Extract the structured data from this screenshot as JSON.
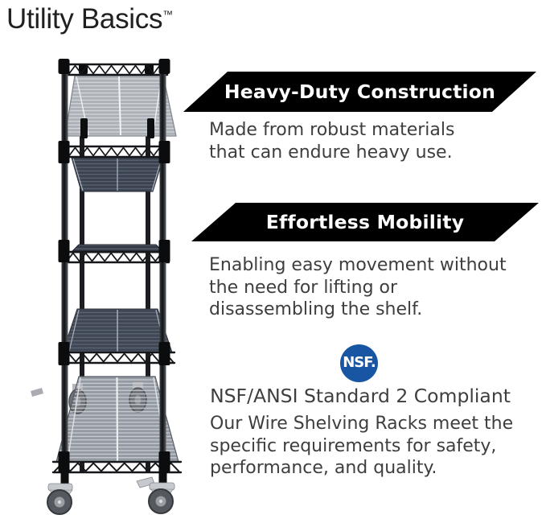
{
  "brand": {
    "name": "Utility Basics",
    "trademark_symbol": "™"
  },
  "features": {
    "construction": {
      "title": "Heavy-Duty Construction",
      "description": "Made from robust materials\nthat can endure heavy use."
    },
    "mobility": {
      "title": "Effortless Mobility",
      "description": "Enabling easy movement without\nthe need for lifting or\ndisassembling the shelf."
    }
  },
  "certification": {
    "badge_text": "NSF.",
    "headline": "NSF/ANSI Standard 2 Compliant",
    "description": "Our Wire Shelving Racks meet the\nspecific requirements for safety,\nperformance, and quality."
  },
  "product": {
    "depiction": "5-tier black wire shelving rack on caster wheels"
  },
  "colors": {
    "background": "#ffffff",
    "banner_background": "#000000",
    "banner_text": "#ffffff",
    "body_text": "#3e3e3e",
    "nsf_badge_blue": "#1856a4"
  }
}
